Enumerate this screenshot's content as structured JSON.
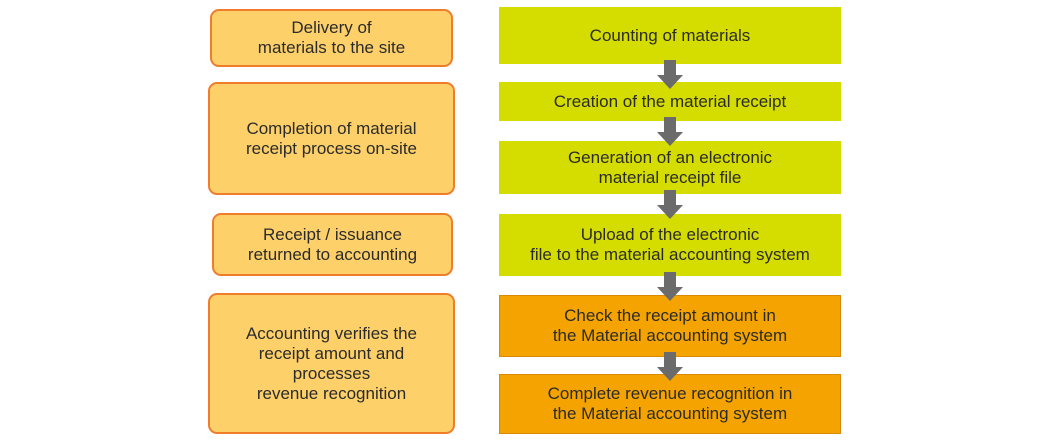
{
  "colors": {
    "left_fill": "#fdd06a",
    "left_border": "#ef7d2c",
    "step_green": "#d4dc00",
    "step_orange": "#f4a300",
    "arrow": "#6b6b6b"
  },
  "left_boxes": [
    {
      "label": "Delivery of\nmaterials to the site"
    },
    {
      "label": "Completion of material\nreceipt process on-site"
    },
    {
      "label": "Receipt / issuance\nreturned to accounting"
    },
    {
      "label": "Accounting verifies the\nreceipt amount and\nprocesses\nrevenue recognition"
    }
  ],
  "steps": [
    {
      "label": "Counting of materials",
      "color": "green"
    },
    {
      "label": "Creation of  the material receipt",
      "color": "green"
    },
    {
      "label": "Generation of an electronic\nmaterial receipt file",
      "color": "green"
    },
    {
      "label": "Upload of the electronic\nfile to the material accounting system",
      "color": "green"
    },
    {
      "label": "Check the receipt amount in\nthe Material accounting system",
      "color": "orange"
    },
    {
      "label": "Complete revenue recognition in\nthe Material accounting system",
      "color": "orange"
    }
  ]
}
